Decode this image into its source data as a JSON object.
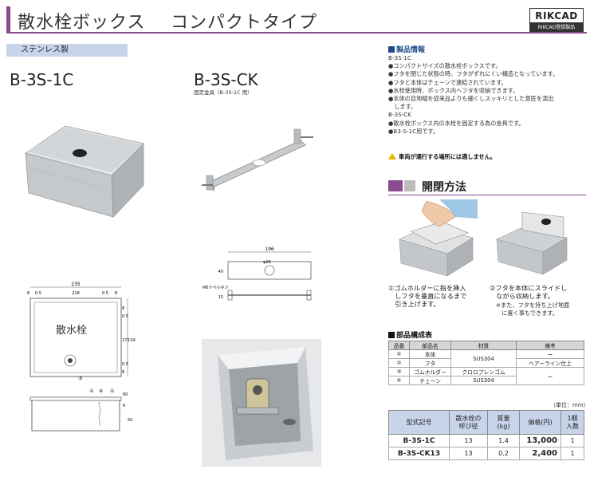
{
  "header": {
    "title_main": "散水栓ボックス",
    "title_sub": "コンパクトタイプ",
    "logo_main": "RIKCAD",
    "logo_sub": "RIKCAD登録製品"
  },
  "badge": "ステンレス製",
  "models": {
    "a": "B-3S-1C",
    "b": "B-3S-CK",
    "b_sub": "固定金具（B-3S-1C 用）"
  },
  "info": {
    "heading": "製品情報",
    "lines": [
      "B-3S-1C",
      "●コンパクトサイズの散水栓ボックスです。",
      "●フタを閉じた状態の時、フタがずれにくい構造となっています。",
      "●フタと本体はチェーンで連結されています。",
      "●水栓使用時、ボックス内へフタを収納できます。",
      "●本体の目地幅を従来品よりも細くしスッキリとした意匠を演出",
      "　します。",
      "B-3S-CK",
      "●散水栓ボックス内の水栓を固定する為の金具です。",
      "●B3-S-1C用です。"
    ],
    "warning": "車両が通行する場所には適しません。"
  },
  "open_close": {
    "heading": "開閉方法",
    "step1": [
      "①ゴムホルダーに指を挿入",
      "　しフタを垂直になるまで",
      "　引き上げます。"
    ],
    "step2": [
      "②フタを本体にスライドし",
      "　ながら収納します。"
    ],
    "note": [
      "※また、フタを持ち上げ地面",
      "　に置く事もできます。"
    ]
  },
  "drawings": {
    "w235": "235",
    "d8a": "8",
    "d05a": "0.5",
    "d218": "218",
    "d05b": "0.5",
    "d8b": "8",
    "h8a": "8",
    "h05a": "0.5",
    "h173": "173",
    "h190": "190",
    "h05b": "0.5",
    "h8b": "8",
    "plate_text": "散水栓",
    "c1": "①",
    "c2": "②",
    "c3": "③",
    "c4": "④",
    "s60": "60",
    "s6": "6",
    "s50": "50",
    "k196": "196",
    "k40": "40",
    "k20": "φ28",
    "k15": "15",
    "m6": "M6ナベ小ネジ"
  },
  "parts": {
    "heading": "部品構成表",
    "headers": [
      "品番",
      "部品名",
      "材質",
      "備考"
    ],
    "rows": [
      {
        "no": "①",
        "name": "本体",
        "mat": "SUS304",
        "note": "ー"
      },
      {
        "no": "②",
        "name": "フタ",
        "mat": "",
        "note": "ヘアーライン仕上"
      },
      {
        "no": "③",
        "name": "ゴムホルダー",
        "mat": "クロロプレンゴム",
        "note": "ー"
      },
      {
        "no": "④",
        "name": "チェーン",
        "mat": "SUS304",
        "note": ""
      }
    ]
  },
  "price": {
    "unit": "（単位：mm）",
    "headers": [
      "型式記号",
      "散水栓の\n呼び径",
      "質量\n(kg)",
      "価格(円)",
      "1梱\n入数"
    ],
    "rows": [
      {
        "model": "B-3S-1C",
        "dia": "13",
        "mass": "1.4",
        "price": "13,000",
        "qty": "1"
      },
      {
        "model": "B-3S-CK13",
        "dia": "13",
        "mass": "0.2",
        "price": "2,400",
        "qty": "1"
      }
    ]
  },
  "colors": {
    "accent": "#8a4a8f",
    "blue": "#1c4a8a",
    "badge": "#c8d4ea"
  }
}
